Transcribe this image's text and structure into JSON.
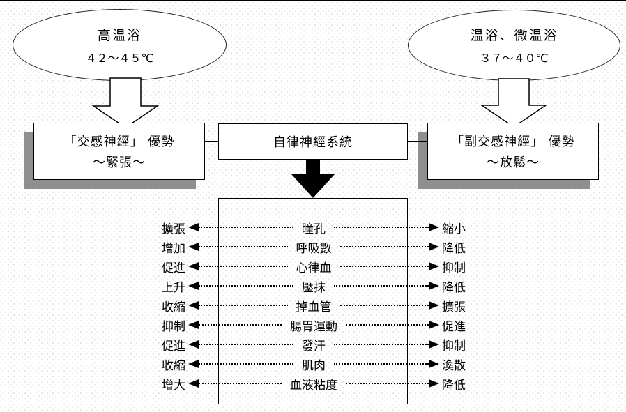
{
  "hot_bath": {
    "title": "高温浴",
    "range": "４２～４５℃"
  },
  "warm_bath": {
    "title": "温浴、微温浴",
    "range": "３７～４０℃"
  },
  "sympathetic": {
    "line1": "「交感神經」 優勢",
    "line2": "～緊張～"
  },
  "autonomic": {
    "label": "自律神經系統"
  },
  "parasympathetic": {
    "line1": "「副交感神經」 優勢",
    "line2": "～放鬆～"
  },
  "effects": {
    "rows": [
      {
        "left": "擴張",
        "center": "瞳孔",
        "right": "縮小"
      },
      {
        "left": "增加",
        "center": "呼吸數",
        "right": "降低"
      },
      {
        "left": "促進",
        "center": "心律血",
        "right": "抑制"
      },
      {
        "left": "上升",
        "center": "壓抹",
        "right": "降低"
      },
      {
        "left": "收縮",
        "center": "掉血管",
        "right": "擴張"
      },
      {
        "left": "抑制",
        "center": "腸胃運動",
        "right": "促進"
      },
      {
        "left": "促進",
        "center": "發汗",
        "right": "抑制"
      },
      {
        "left": "收縮",
        "center": "肌肉",
        "right": "渙散"
      },
      {
        "left": "增大",
        "center": "血液粘度",
        "right": "降低"
      }
    ]
  },
  "colors": {
    "line": "#000000",
    "shadow": "#8f8f8f",
    "background": "#ffffff"
  }
}
